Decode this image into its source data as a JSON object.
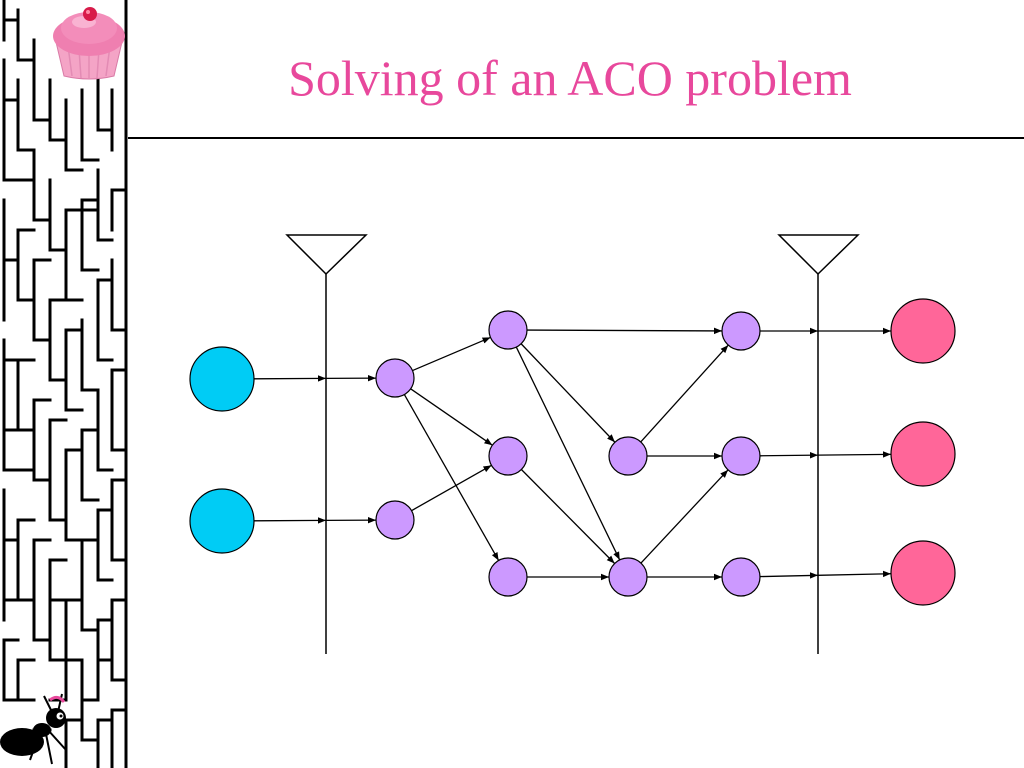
{
  "slide": {
    "title": "Solving of an ACO problem"
  },
  "decorations": {
    "sidebar": "maze-pattern",
    "top_icon": "cupcake-icon",
    "bottom_icon": "ant-icon"
  },
  "colors": {
    "title": "#e8489c",
    "source_node": "#00ccf5",
    "internal_node": "#cc99ff",
    "sink_node": "#ff6699",
    "edge": "#000000"
  },
  "diagram": {
    "node_groups": {
      "sources": [
        "s1",
        "s2"
      ],
      "sinks": [
        "t1",
        "t2",
        "t3"
      ]
    },
    "edges": [
      [
        "s1",
        "a1"
      ],
      [
        "s2",
        "a2"
      ],
      [
        "a1",
        "b1"
      ],
      [
        "a1",
        "b2"
      ],
      [
        "a1",
        "b3"
      ],
      [
        "a2",
        "b2"
      ],
      [
        "b1",
        "d1"
      ],
      [
        "b1",
        "c1"
      ],
      [
        "b1",
        "c2"
      ],
      [
        "b2",
        "c2"
      ],
      [
        "b3",
        "c2"
      ],
      [
        "c1",
        "d1"
      ],
      [
        "c1",
        "d2"
      ],
      [
        "c2",
        "d2"
      ],
      [
        "c2",
        "d3"
      ],
      [
        "d1",
        "t1"
      ],
      [
        "d2",
        "t2"
      ],
      [
        "d3",
        "t3"
      ]
    ]
  }
}
